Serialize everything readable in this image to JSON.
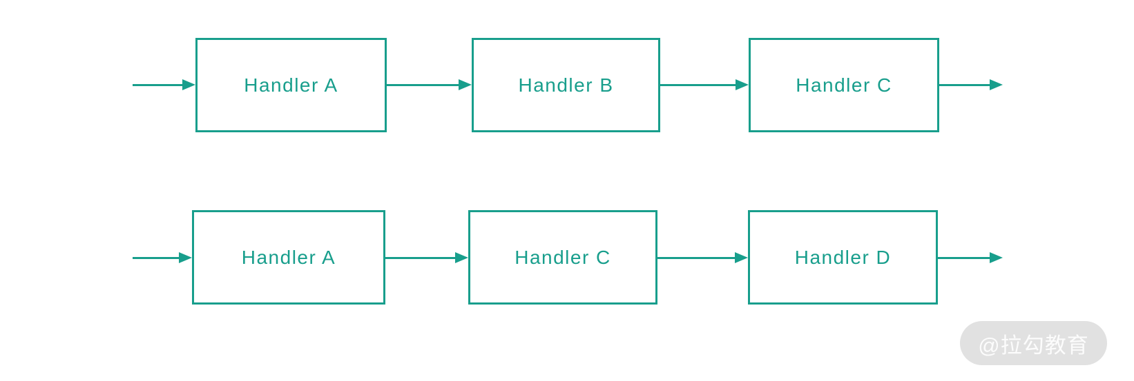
{
  "diagram": {
    "type": "flow-chain",
    "accent_color": "#189e8c",
    "background_color": "#ffffff",
    "rows": [
      {
        "name": "chain-1",
        "nodes": [
          {
            "label": "Handler A"
          },
          {
            "label": "Handler B"
          },
          {
            "label": "Handler C"
          }
        ]
      },
      {
        "name": "chain-2",
        "nodes": [
          {
            "label": "Handler A"
          },
          {
            "label": "Handler C"
          },
          {
            "label": "Handler D"
          }
        ]
      }
    ]
  },
  "watermark": {
    "text": "@拉勾教育",
    "background_color": "#e1e1e1",
    "text_color": "#fcfcfc"
  }
}
